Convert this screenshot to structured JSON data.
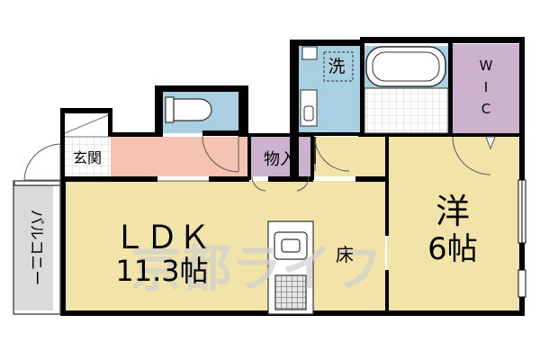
{
  "floor_plan": {
    "rooms": {
      "ldk": {
        "label": "ＬＤＫ",
        "size": "11.3帖",
        "color": "#F2E4A8"
      },
      "western": {
        "label": "洋",
        "size": "6帖",
        "color": "#F2E4A8"
      },
      "wic": {
        "label_lines": [
          "W",
          "I",
          "C"
        ],
        "color": "#CDB2CE"
      },
      "storage": {
        "label": "物入",
        "color": "#CDB2CE"
      },
      "entrance": {
        "label": "玄関"
      },
      "balcony": {
        "label": "バルコニー",
        "color": "#DADADA"
      },
      "washroom": {
        "label": "洗",
        "color": "#A9CFE2"
      },
      "toilet": {
        "color": "#A9CFE2"
      },
      "bath": {
        "color": "#A9CFE2"
      },
      "hallway": {
        "color": "#F6C2B2"
      }
    },
    "annotations": {
      "floor_heating": "床"
    },
    "watermark": "京都ライフ"
  }
}
